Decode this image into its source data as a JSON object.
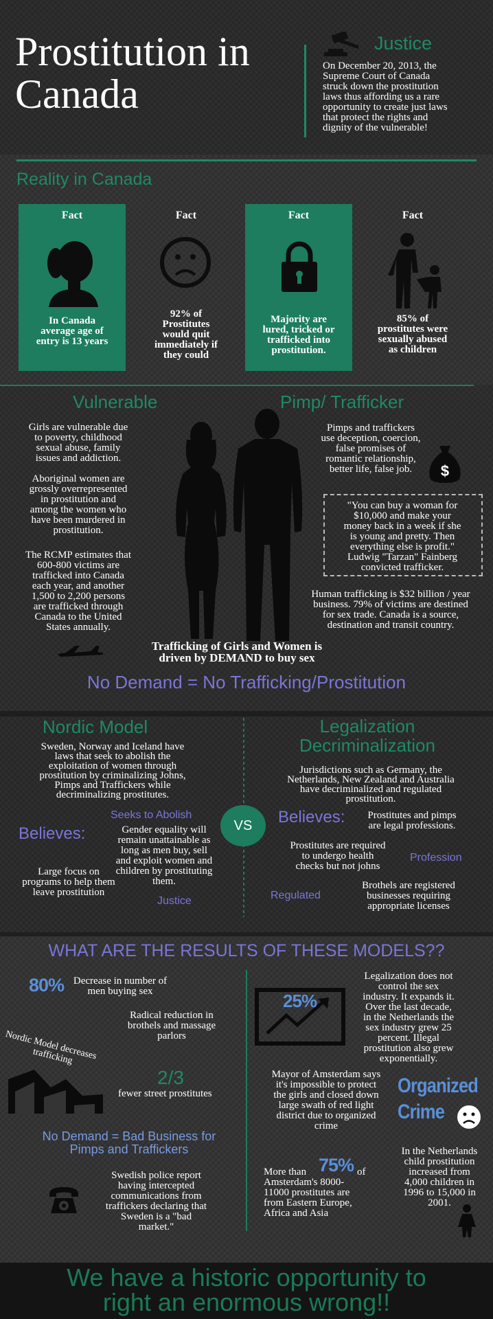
{
  "header": {
    "title_line1": "Prostitution in",
    "title_line2": "Canada",
    "justice_heading": "Justice",
    "justice_text": [
      "On December 20, 2013, the",
      "Supreme Court of Canada",
      "struck down the prostitution",
      "laws thus affording us a rare",
      "opportunity to create just laws",
      "that protect the rights and",
      "dignity of the vulnerable!"
    ]
  },
  "reality": {
    "heading": "Reality in Canada",
    "facts": [
      {
        "title": "Fact",
        "text": [
          "In Canada",
          "average age of",
          "entry is 13 years"
        ],
        "icon": "girl-silhouette-icon"
      },
      {
        "title": "Fact",
        "text": [
          "92% of",
          "Prostitutes",
          "would quit",
          "immediately if",
          "they could"
        ],
        "icon": "sad-face-icon"
      },
      {
        "title": "Fact",
        "text": [
          "Majority are",
          "lured, tricked or",
          "trafficked into",
          "prostitution."
        ],
        "icon": "padlock-icon"
      },
      {
        "title": "Fact",
        "text": [
          "85% of",
          "prostitutes were",
          "sexually abused",
          "as children"
        ],
        "icon": "adult-child-icon"
      }
    ]
  },
  "vulnerable": {
    "heading": "Vulnerable",
    "p1": [
      "Girls are vulnerable due",
      "to poverty, childhood",
      "sexual abuse, family",
      "issues and addiction."
    ],
    "p2": [
      "Aboriginal women are",
      "grossly overrepresented",
      "in prostitution and",
      "among the women who",
      "have been murdered in",
      "prostitution."
    ],
    "p3": [
      "The RCMP estimates that",
      "600-800 victims are",
      "trafficked into Canada",
      "each year, and another",
      "1,500 to 2,200 persons",
      "are trafficked through",
      "Canada to the United",
      "States annually."
    ]
  },
  "pimp": {
    "heading": "Pimp/ Trafficker",
    "p1": [
      "Pimps and traffickers",
      "use deception, coercion,",
      "false promises of",
      "romantic relationship,",
      "better life, false job."
    ],
    "quote": [
      "\"You can buy a woman for",
      "$10,000 and make your",
      "money back in a week if she",
      "is young and pretty.  Then",
      "everything else is profit.\"",
      "Ludwig \"Tarzan\" Fainberg",
      "convicted trafficker."
    ],
    "p2": [
      "Human trafficking is $32 billion / year",
      "business.  79% of victims are destined",
      "for sex trade.  Canada is a source,",
      "destination and transit country."
    ]
  },
  "demand": {
    "line1": "Trafficking of Girls and Women is",
    "line2": "driven by DEMAND to buy sex",
    "slogan": "No Demand = No Trafficking/Prostitution"
  },
  "nordic": {
    "heading": "Nordic Model",
    "intro": [
      "Sweden, Norway and Iceland have",
      "laws  that seek to abolish the",
      "exploitation of women through",
      "prostitution by criminalizing Johns,",
      "Pimps and Traffickers while",
      "decriminalizing prostitutes."
    ],
    "seeks": "Seeks to Abolish",
    "believes": "Believes:",
    "belief_text": [
      "Gender equality will",
      "remain unattainable as",
      "long as men buy, sell",
      "and exploit women and",
      "children by prostituting",
      "them."
    ],
    "focus": [
      "Large focus on",
      "programs to help them",
      "leave prostitution"
    ],
    "justice": "Justice"
  },
  "vs": "VS",
  "legal": {
    "heading1": "Legalization",
    "heading2": "Decriminalization",
    "intro": [
      "Jurisdictions such as Germany, the",
      "Netherlands, New Zealand and Australia",
      "have decriminalized and regulated",
      "prostitution."
    ],
    "believes": "Believes:",
    "belief_text": [
      "Prostitutes and pimps",
      "are legal professions."
    ],
    "health": [
      "Prostitutes are required",
      "to undergo health",
      "checks but not johns"
    ],
    "profession": "Profession",
    "regulated": "Regulated",
    "brothels": [
      "Brothels are registered",
      "businesses requiring",
      "appropriate licenses"
    ]
  },
  "results": {
    "heading": "WHAT ARE THE RESULTS OF THESE MODELS??",
    "stat80": "80%",
    "stat80_text": [
      "Decrease in number of",
      "men buying sex"
    ],
    "radical": [
      "Radical reduction  in",
      "brothels and massage",
      "parlors"
    ],
    "nordic_decreases": [
      "Nordic Model decreases",
      "trafficking"
    ],
    "two_thirds": "2/3",
    "two_thirds_text": "fewer street prostitutes",
    "bad_business": [
      "No Demand = Bad Business for",
      "Pimps and Traffickers"
    ],
    "swedish": [
      "Swedish police report",
      "having intercepted",
      "communications from",
      "traffickers declaring that",
      "Sweden is a \"bad",
      "market.\""
    ],
    "stat25": "25%",
    "legal_expand": [
      "Legalization does not",
      "control the sex",
      "industry. It expands it.",
      "Over the last decade,",
      "in the Netherlands the",
      "sex industry grew 25",
      "percent.  Illegal",
      "prostitution also grew",
      "exponentially."
    ],
    "mayor": [
      "Mayor of Amsterdam says",
      "it's impossible to protect",
      "the girls and closed down",
      "large swath of red light",
      "district due to organized",
      "crime"
    ],
    "organized1": "Organized",
    "organized2": "Crime",
    "more_than": "More than",
    "stat75": "75%",
    "of": "of",
    "amsterdam": [
      "Amsterdam's  8000-",
      "11000 prostitutes are",
      "from Eastern Europe,",
      "Africa and Asia"
    ],
    "child": [
      "In the Netherlands",
      "child prostitution",
      "increased from",
      "4,000 children in",
      "1996 to 15,000 in",
      "2001."
    ]
  },
  "footer": {
    "line1": "We have a historic opportunity to",
    "line2": "right an enormous wrong!!"
  },
  "colors": {
    "teal": "#1d7d5e",
    "green_text": "#1f8a63",
    "purple": "#7a76d8",
    "blue_stat": "#5a8fd8"
  }
}
